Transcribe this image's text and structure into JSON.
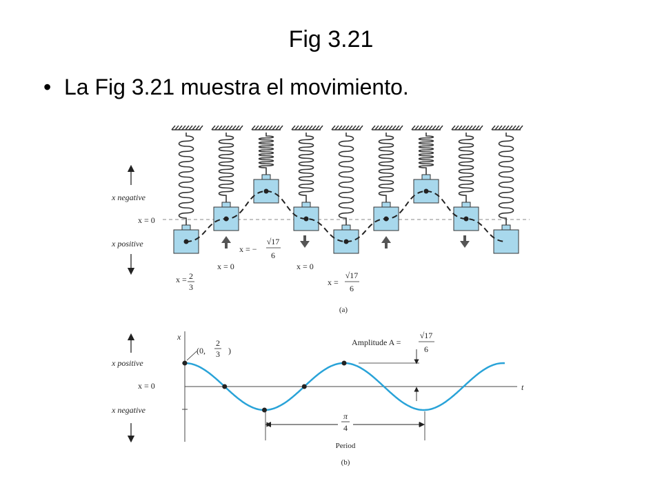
{
  "slide": {
    "title": "Fig 3.21",
    "bullet_text": "La Fig 3.21 muestra el movimiento."
  },
  "figure": {
    "panel_a": {
      "x_negative": "x negative",
      "x_zero": "x = 0",
      "x_positive": "x positive",
      "caption": "(a)",
      "pos1_lhs": "x =",
      "pos1_num": "2",
      "pos1_den": "3",
      "pos2": "x = 0",
      "pos3_lhs": "x = −",
      "pos3_num": "√17",
      "pos3_den": "6",
      "pos4": "x = 0",
      "pos5_lhs": "x =",
      "pos5_num": "√17",
      "pos5_den": "6"
    },
    "panel_b": {
      "x_axis": "x",
      "t_axis": "t",
      "x_positive": "x positive",
      "x_zero": "x = 0",
      "x_negative": "x negative",
      "point_open": "(0,",
      "point_num": "2",
      "point_den": "3",
      "point_close": ")",
      "amplitude_lhs": "Amplitude A =",
      "amplitude_num": "√17",
      "amplitude_den": "6",
      "period_num": "π",
      "period_den": "4",
      "period_label": "Period",
      "caption": "(b)"
    },
    "colors": {
      "block_fill": "#a8d8ec",
      "curve": "#29a3d8"
    }
  }
}
